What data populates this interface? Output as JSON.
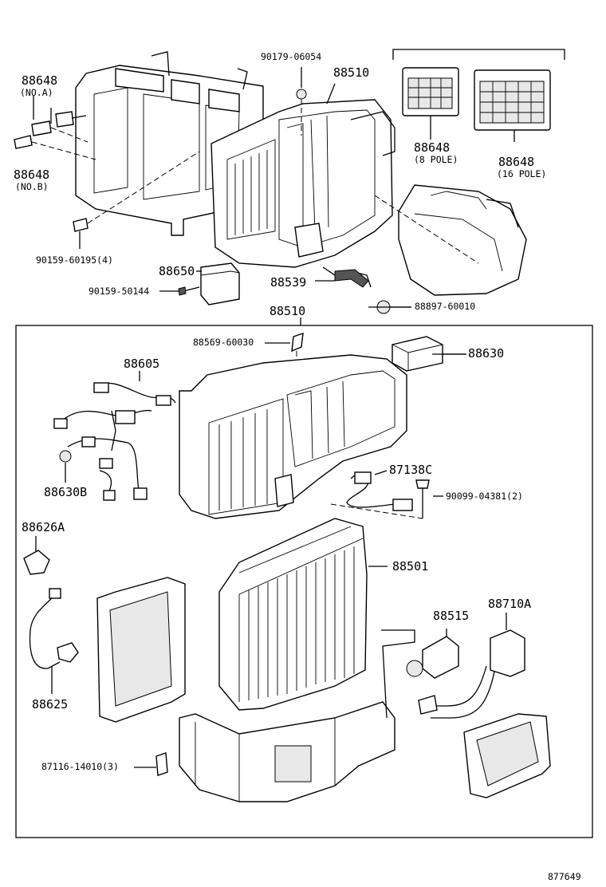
{
  "diagram_id": "877649",
  "callouts": [
    {
      "key": "no_a_part",
      "text": "88648"
    },
    {
      "key": "no_a_note",
      "text": "(NO.A)"
    },
    {
      "key": "no_b_part",
      "text": "88648"
    },
    {
      "key": "no_b_note",
      "text": "(NO.B)"
    },
    {
      "key": "bolt_upper",
      "text": "90159-60195(4)"
    },
    {
      "key": "clip_top",
      "text": "90179-06054"
    },
    {
      "key": "unit_top",
      "text": "88510"
    },
    {
      "key": "conn8_part",
      "text": "88648"
    },
    {
      "key": "conn8_note",
      "text": "(8 POLE)"
    },
    {
      "key": "conn16_part",
      "text": "88648"
    },
    {
      "key": "conn16_note",
      "text": "(16 POLE)"
    },
    {
      "key": "amp",
      "text": "88650"
    },
    {
      "key": "screw_amp",
      "text": "90159-50144"
    },
    {
      "key": "hose",
      "text": "88539"
    },
    {
      "key": "plug",
      "text": "88897-60010"
    },
    {
      "key": "unit_mid",
      "text": "88510"
    },
    {
      "key": "clip_mid",
      "text": "88569-60030"
    },
    {
      "key": "relay",
      "text": "88630"
    },
    {
      "key": "harness",
      "text": "88605"
    },
    {
      "key": "harness_b",
      "text": "88630B"
    },
    {
      "key": "sensor",
      "text": "87138C"
    },
    {
      "key": "screw_sensor",
      "text": "90099-04381(2)"
    },
    {
      "key": "switch",
      "text": "88626A"
    },
    {
      "key": "evaporator",
      "text": "88501"
    },
    {
      "key": "valve",
      "text": "88515"
    },
    {
      "key": "tube",
      "text": "88710A"
    },
    {
      "key": "thermistor",
      "text": "88625"
    },
    {
      "key": "clamp",
      "text": "87116-14010(3)"
    }
  ]
}
